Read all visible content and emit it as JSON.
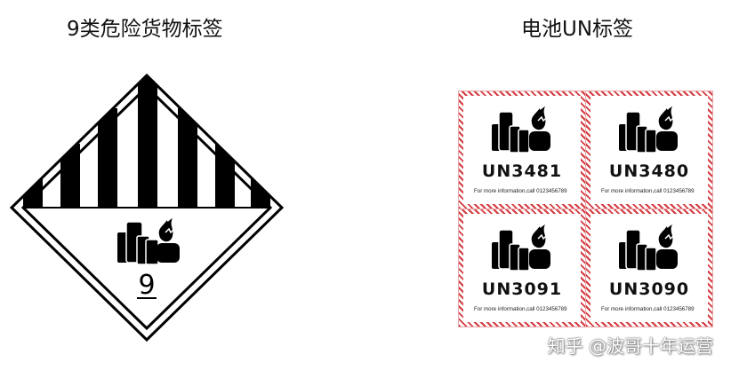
{
  "left_title": "9类危险货物标签",
  "right_title": "电池UN标签",
  "class_label": {
    "number": "9",
    "icon": "lithium-battery-fire-icon"
  },
  "cards": [
    {
      "un": "UN3481",
      "info": "For more information,call 0123456789"
    },
    {
      "un": "UN3480",
      "info": "For more information,call 0123456789"
    },
    {
      "un": "UN3091",
      "info": "For more information,call 0123456789"
    },
    {
      "un": "UN3090",
      "info": "For more information,call 0123456789"
    }
  ],
  "border_color": "#d43a3f",
  "watermark": "知乎 @波哥十年运营"
}
